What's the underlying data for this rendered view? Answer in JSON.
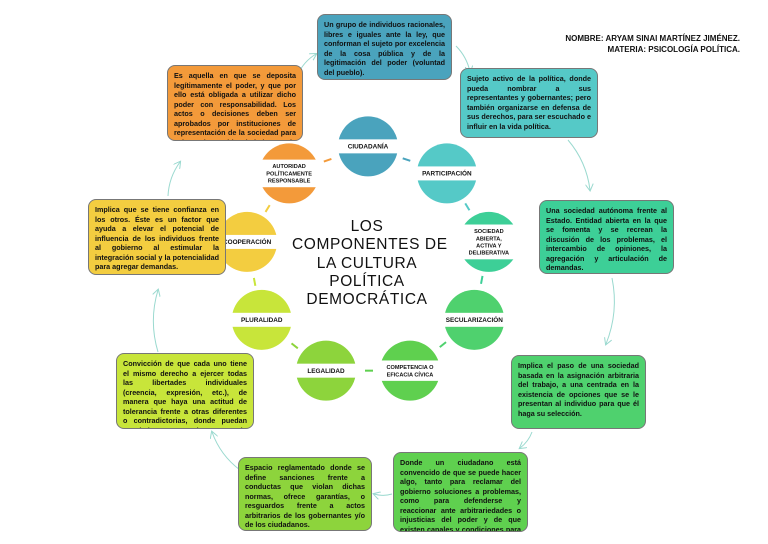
{
  "author": {
    "name": "NOMBRE: ARYAM SINAI MARTÍNEZ JIMÉNEZ.",
    "subject": "MATERIA: PSICOLOGÍA POLÍTICA."
  },
  "title": [
    "LOS",
    "COMPONENTES DE",
    "LA CULTURA",
    "POLÍTICA",
    "DEMOCRÁTICA"
  ],
  "components": [
    {
      "id": "ciudadania",
      "label": [
        "CIUDADANÍA"
      ],
      "color": "#4aa3bd"
    },
    {
      "id": "participacion",
      "label": [
        "PARTICIPACIÓN"
      ],
      "color": "#55c9c7"
    },
    {
      "id": "sociedad",
      "label": [
        "SOCIEDAD",
        "ABIERTA,",
        "ACTIVA Y",
        "DELIBERATIVA"
      ],
      "color": "#3dcf97"
    },
    {
      "id": "secularizacion",
      "label": [
        "SECULARIZACIÓN"
      ],
      "color": "#4fd16e"
    },
    {
      "id": "competencia",
      "label": [
        "COMPETENCIA O",
        "EFICACIA CÍVICA"
      ],
      "color": "#5fd04f"
    },
    {
      "id": "legalidad",
      "label": [
        "LEGALIDAD"
      ],
      "color": "#8dd43c"
    },
    {
      "id": "pluralidad",
      "label": [
        "PLURALIDAD"
      ],
      "color": "#c8e53a"
    },
    {
      "id": "cooperacion",
      "label": [
        "COOPERACIÓN"
      ],
      "color": "#f3cd40"
    },
    {
      "id": "autoridad",
      "label": [
        "AUTORIDAD",
        "POLÍTICAMENTE",
        "RESPONSABLE"
      ],
      "color": "#f39a3a"
    }
  ],
  "descriptions": {
    "ciudadania": "Un grupo de individuos racionales, libres e iguales ante la ley, que conforman el sujeto por excelencia de la cosa pública y de la legitimación del poder (voluntad del pueblo).",
    "participacion": "Sujeto activo de la política, donde pueda nombrar a sus representantes y gobernantes; pero también organizarse en defensa de sus derechos, para ser escuchado e influir en la vida política.",
    "sociedad": "Una sociedad autónoma frente al Estado. Entidad abierta en la que se fomenta y se recrean la discusión de los problemas, el intercambio de opiniones, la agregación y articulación de demandas.",
    "secularizacion": "Implica el paso de una sociedad basada en la asignación arbitraria del trabajo, a una centrada en la existencia de opciones que se le presentan al individuo para que él haga su selección.",
    "competencia": "Donde un ciudadano está convencido de que se puede hacer algo, tanto para reclamar del gobierno soluciones a problemas, como para defenderse y reaccionar ante arbitrariedades o injusticias del poder y de que existen canales y condiciones para hacerlo.",
    "legalidad": "Espacio reglamentado donde se define sanciones frente a conductas que violan dichas normas, ofrece garantías, o resguardos frente a actos arbitrarios de los gobernantes y/o de los ciudadanos.",
    "pluralidad": "Convicción de que cada uno tiene el mismo derecho a ejercer todas las libertades individuales (creencia, expresión, etc.), de manera que haya una actitud de tolerancia frente a otras diferentes o contradictorias, donde puedan coexistir en un mismo espacio político.",
    "cooperacion": "Implica que se tiene confianza en los otros. Éste es un factor que ayuda a elevar el potencial de influencia de los individuos frente al gobierno al estimular la integración social y la potencialidad para agregar demandas.",
    "autoridad": "Es aquella en que se deposita legítimamente el poder, y que por ello está obligada a utilizar dicho poder con responsabilidad. Los actos o decisiones deben ser aprobados por instituciones de representación de la sociedad para evitar la arbitrariedad o la impunidad."
  }
}
